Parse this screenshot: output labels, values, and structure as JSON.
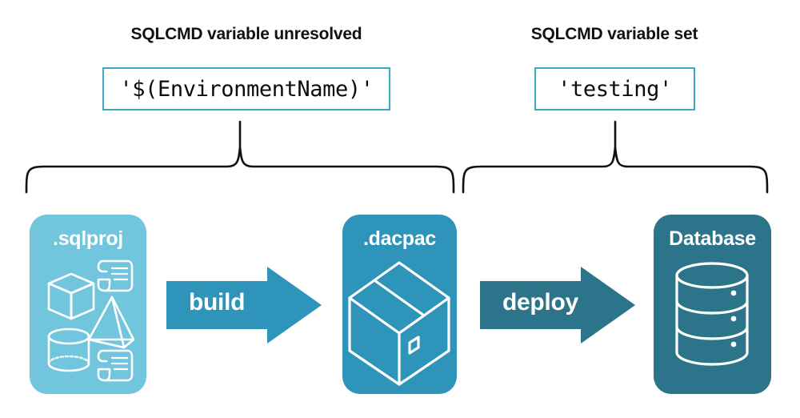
{
  "headings": {
    "left": "SQLCMD variable unresolved",
    "right": "SQLCMD variable set"
  },
  "code_boxes": {
    "left_value": "'$(EnvironmentName)'",
    "right_value": "'testing'"
  },
  "stages": [
    {
      "label": ".sqlproj",
      "color": "#71c5dd",
      "art": "project-contents-icon"
    },
    {
      "label": ".dacpac",
      "color": "#2e94b9",
      "art": "package-box-icon"
    },
    {
      "label": "Database",
      "color": "#2b7489",
      "art": "database-cylinder-icon"
    }
  ],
  "arrows": [
    {
      "label": "build",
      "color": "#2e94b9"
    },
    {
      "label": "deploy",
      "color": "#2b7489"
    }
  ],
  "braces": {
    "left_label": "brace-spanning-sqlproj-to-dacpac",
    "right_label": "brace-spanning-dacpac-to-database"
  },
  "colors": {
    "light_teal": "#71c5dd",
    "mid_teal": "#2e94b9",
    "dark_teal": "#2b7489",
    "border_teal": "#3da8c4",
    "text_dark": "#111111",
    "white": "#ffffff"
  }
}
